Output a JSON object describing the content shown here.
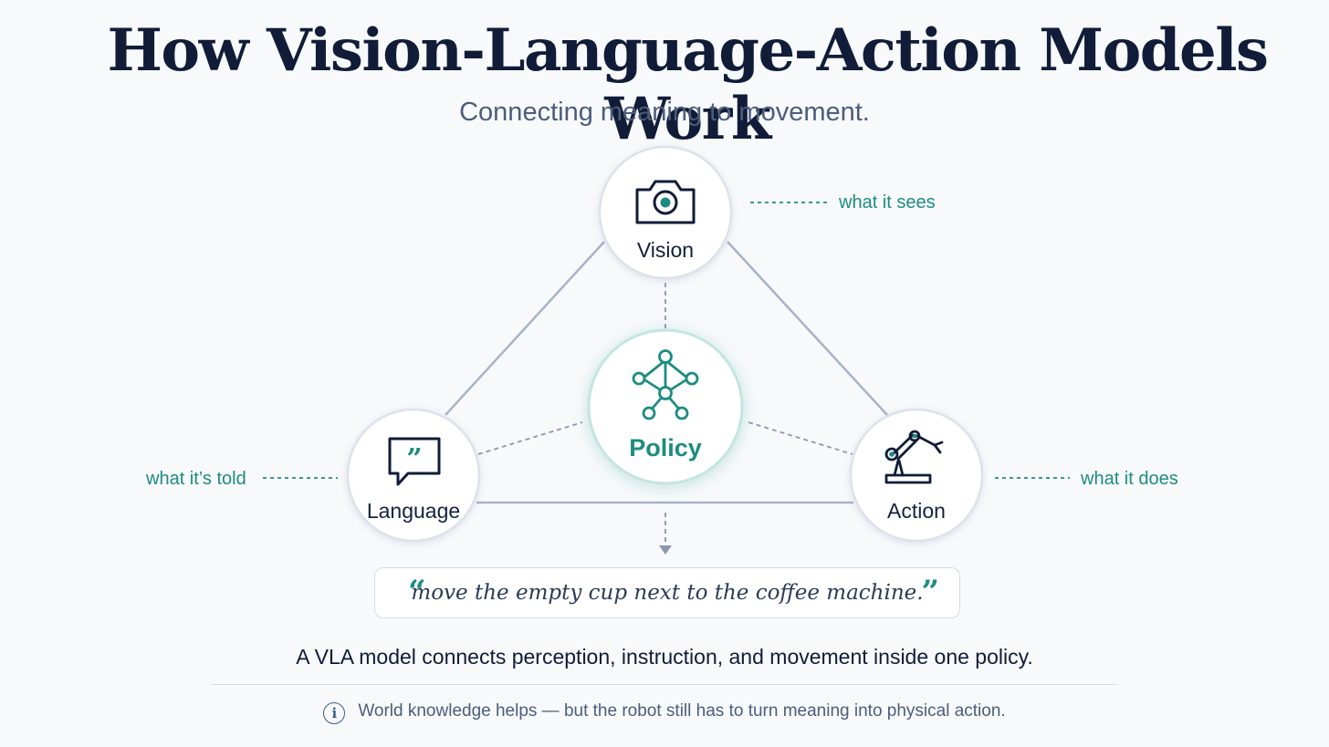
{
  "header": {
    "title": "How Vision-Language-Action Models Work",
    "subtitle": "Connecting meaning to movement."
  },
  "nodes": {
    "vision": {
      "label": "Vision",
      "icon": "camera-icon",
      "annotation": "what it sees"
    },
    "language": {
      "label": "Language",
      "icon": "speech-bubble-icon",
      "annotation": "what it’s told"
    },
    "action": {
      "label": "Action",
      "icon": "robot-arm-icon",
      "annotation": "what it does"
    },
    "policy": {
      "label": "Policy",
      "icon": "network-graph-icon"
    }
  },
  "example": {
    "instruction": "move the empty cup next to the coffee machine.",
    "open_quote": "“",
    "close_quote": "”"
  },
  "summary": "A VLA model connects perception, instruction, and movement inside one policy.",
  "footnote": {
    "icon": "info-icon",
    "text": "World knowledge helps — but the robot still has to turn meaning into physical action."
  },
  "colors": {
    "accent": "#1e8c80",
    "navy": "#101c38",
    "line": "#a9b3c8",
    "muted": "#4c5d7c"
  }
}
